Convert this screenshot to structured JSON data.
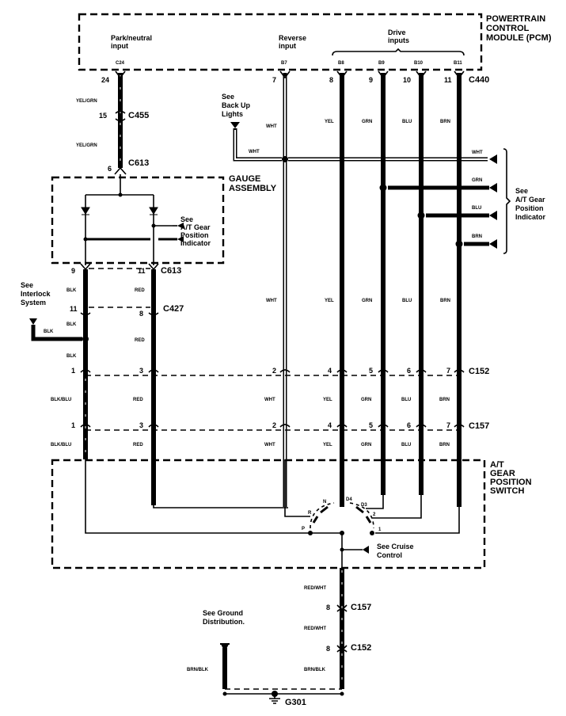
{
  "diagram": {
    "title": "A/T Gear Position Switch Circuit",
    "pcm": {
      "label_lines": [
        "POWERTRAIN",
        "CONTROL",
        "MODULE (PCM)"
      ],
      "park_neutral_input": [
        "Park/neutral",
        "input"
      ],
      "reverse_input": [
        "Reverse",
        "input"
      ],
      "drive_inputs": [
        "Drive",
        "inputs"
      ],
      "terminals": [
        "C24",
        "B7",
        "B8",
        "B9",
        "B10",
        "B11"
      ],
      "connector": "C440",
      "pins": [
        "24",
        "7",
        "8",
        "9",
        "10",
        "11"
      ]
    },
    "gauge_assembly": {
      "label_lines": [
        "GAUGE",
        "ASSEMBLY"
      ],
      "note_lines": [
        "See",
        "A/T Gear",
        "Position",
        "Indicator"
      ]
    },
    "at_gear_position_switch": {
      "label_lines": [
        "A/T",
        "GEAR",
        "POSITION",
        "SWITCH"
      ],
      "positions": [
        "P",
        "R",
        "N",
        "D4",
        "D3",
        "2",
        "1"
      ],
      "cruise_note": [
        "See Cruise",
        "Control"
      ]
    },
    "right_note": [
      "See",
      "A/T Gear",
      "Position",
      "Indicator"
    ],
    "backup_note": [
      "See",
      "Back Up",
      "Lights"
    ],
    "interlock_note": [
      "See",
      "Interlock",
      "System"
    ],
    "ground_note": [
      "See Ground",
      "Distribution."
    ],
    "ground": "G301",
    "connectors": {
      "c455": {
        "name": "C455",
        "pin": "15"
      },
      "c613_top": {
        "name": "C613",
        "pin": "6"
      },
      "c613_bottom": {
        "name": "C613",
        "pins": [
          "9",
          "11"
        ]
      },
      "c427": {
        "name": "C427",
        "pins": [
          "11",
          "8"
        ]
      },
      "c152": {
        "name": "C152",
        "pins": [
          "1",
          "3",
          "2",
          "4",
          "5",
          "6",
          "7"
        ]
      },
      "c157": {
        "name": "C157",
        "pins": [
          "1",
          "3",
          "2",
          "4",
          "5",
          "6",
          "7"
        ]
      },
      "c157_lower": {
        "name": "C157",
        "pin": "8"
      },
      "c152_lower": {
        "name": "C152",
        "pin": "8"
      }
    },
    "wire_colors": {
      "park_upper": "YEL/GRN",
      "blk": "BLK",
      "red": "RED",
      "wht": "WHT",
      "yel": "YEL",
      "grn": "GRN",
      "blu": "BLU",
      "brn": "BRN",
      "blk_blu": "BLK/BLU",
      "red_wht": "RED/WHT",
      "brn_blk": "BRN/BLK"
    }
  }
}
